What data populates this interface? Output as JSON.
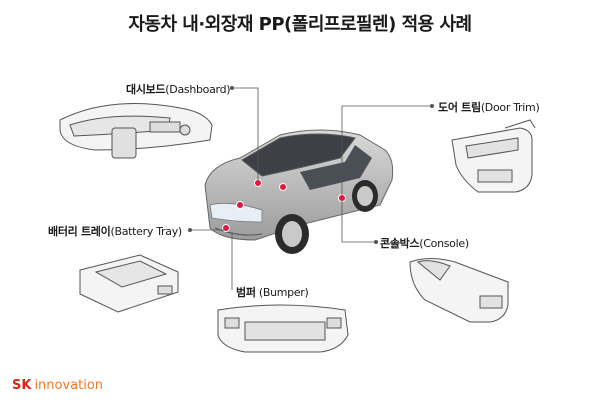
{
  "title": "자동차 내·외장재 PP(폴리프로필렌) 적용 사례",
  "labels": {
    "dashboard": {
      "ko": "대시보드",
      "en": "(Dashboard)"
    },
    "door_trim": {
      "ko": "도어 트림",
      "en": "(Door Trim)"
    },
    "battery_tray": {
      "ko": "배터리 트레이",
      "en": "(Battery Tray)"
    },
    "console": {
      "ko": "콘솔박스",
      "en": "(Console)"
    },
    "bumper": {
      "ko": "범퍼",
      "en": " (Bumper)"
    }
  },
  "logo": {
    "brand": "SK",
    "suffix": "innovation"
  },
  "colors": {
    "marker": "#e3173e",
    "logo_red": "#e2231a",
    "logo_orange": "#f47a20",
    "car_body": "#b9b9b9"
  }
}
